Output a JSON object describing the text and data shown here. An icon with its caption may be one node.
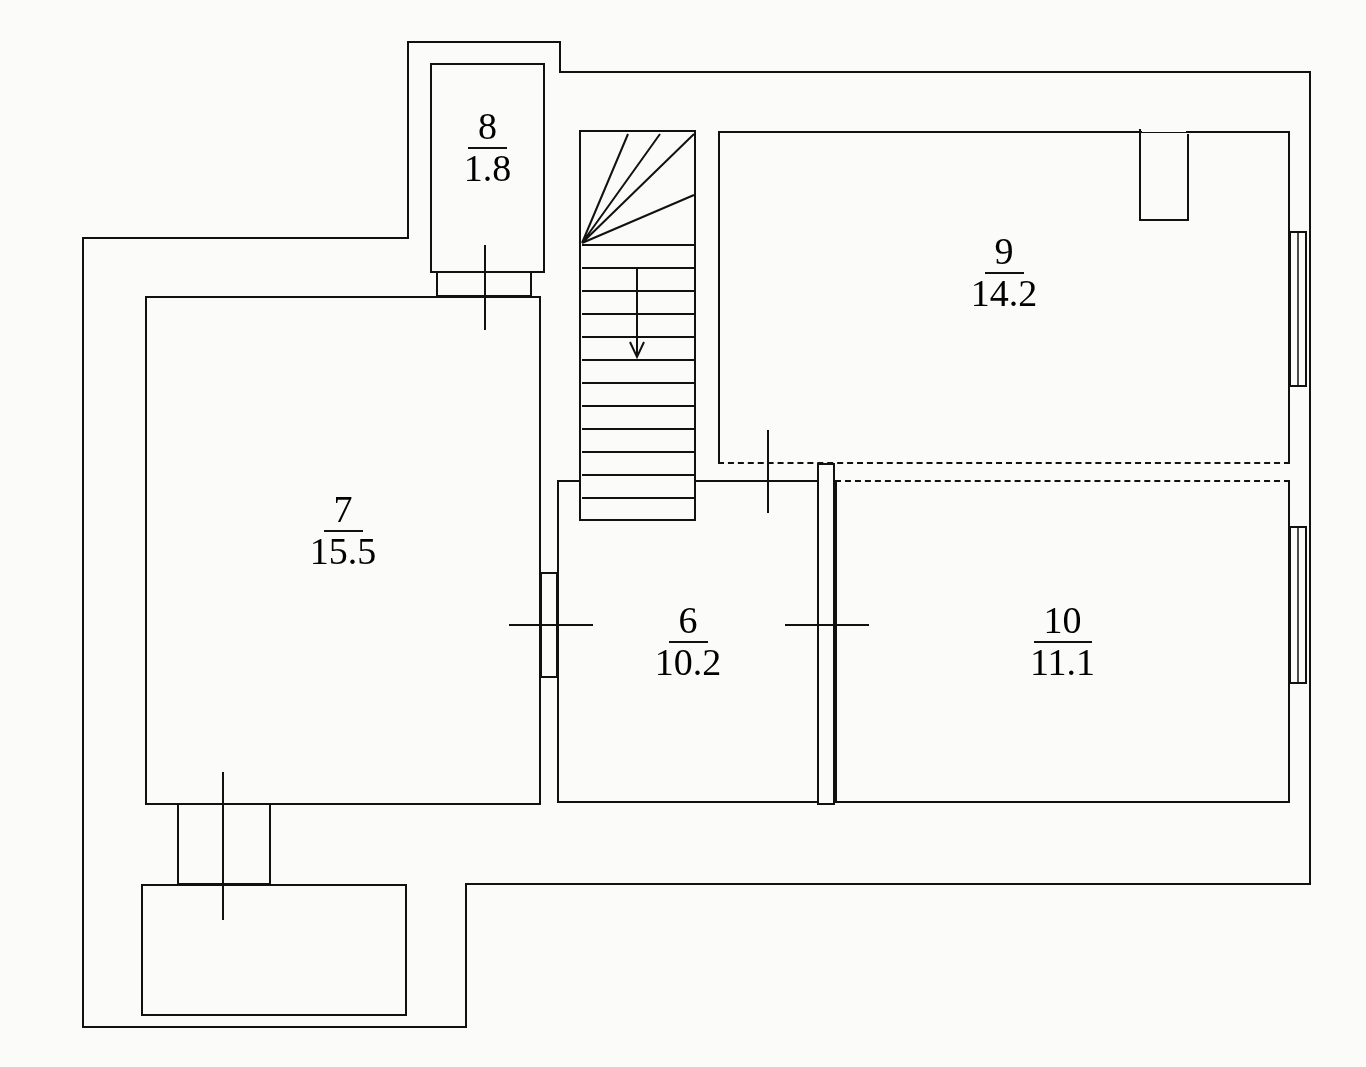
{
  "diagram": {
    "nodes": [
      {
        "text": [
          "8",
          "1.8"
        ]
      },
      {
        "text": [
          "9",
          "14.2"
        ]
      },
      {
        "text": [
          "7",
          "15.5"
        ]
      },
      {
        "text": [
          "6",
          "10.2"
        ]
      },
      {
        "text": [
          "10",
          "11.1"
        ]
      },
      {
        "text": [],
        "shape": "box"
      }
    ]
  }
}
